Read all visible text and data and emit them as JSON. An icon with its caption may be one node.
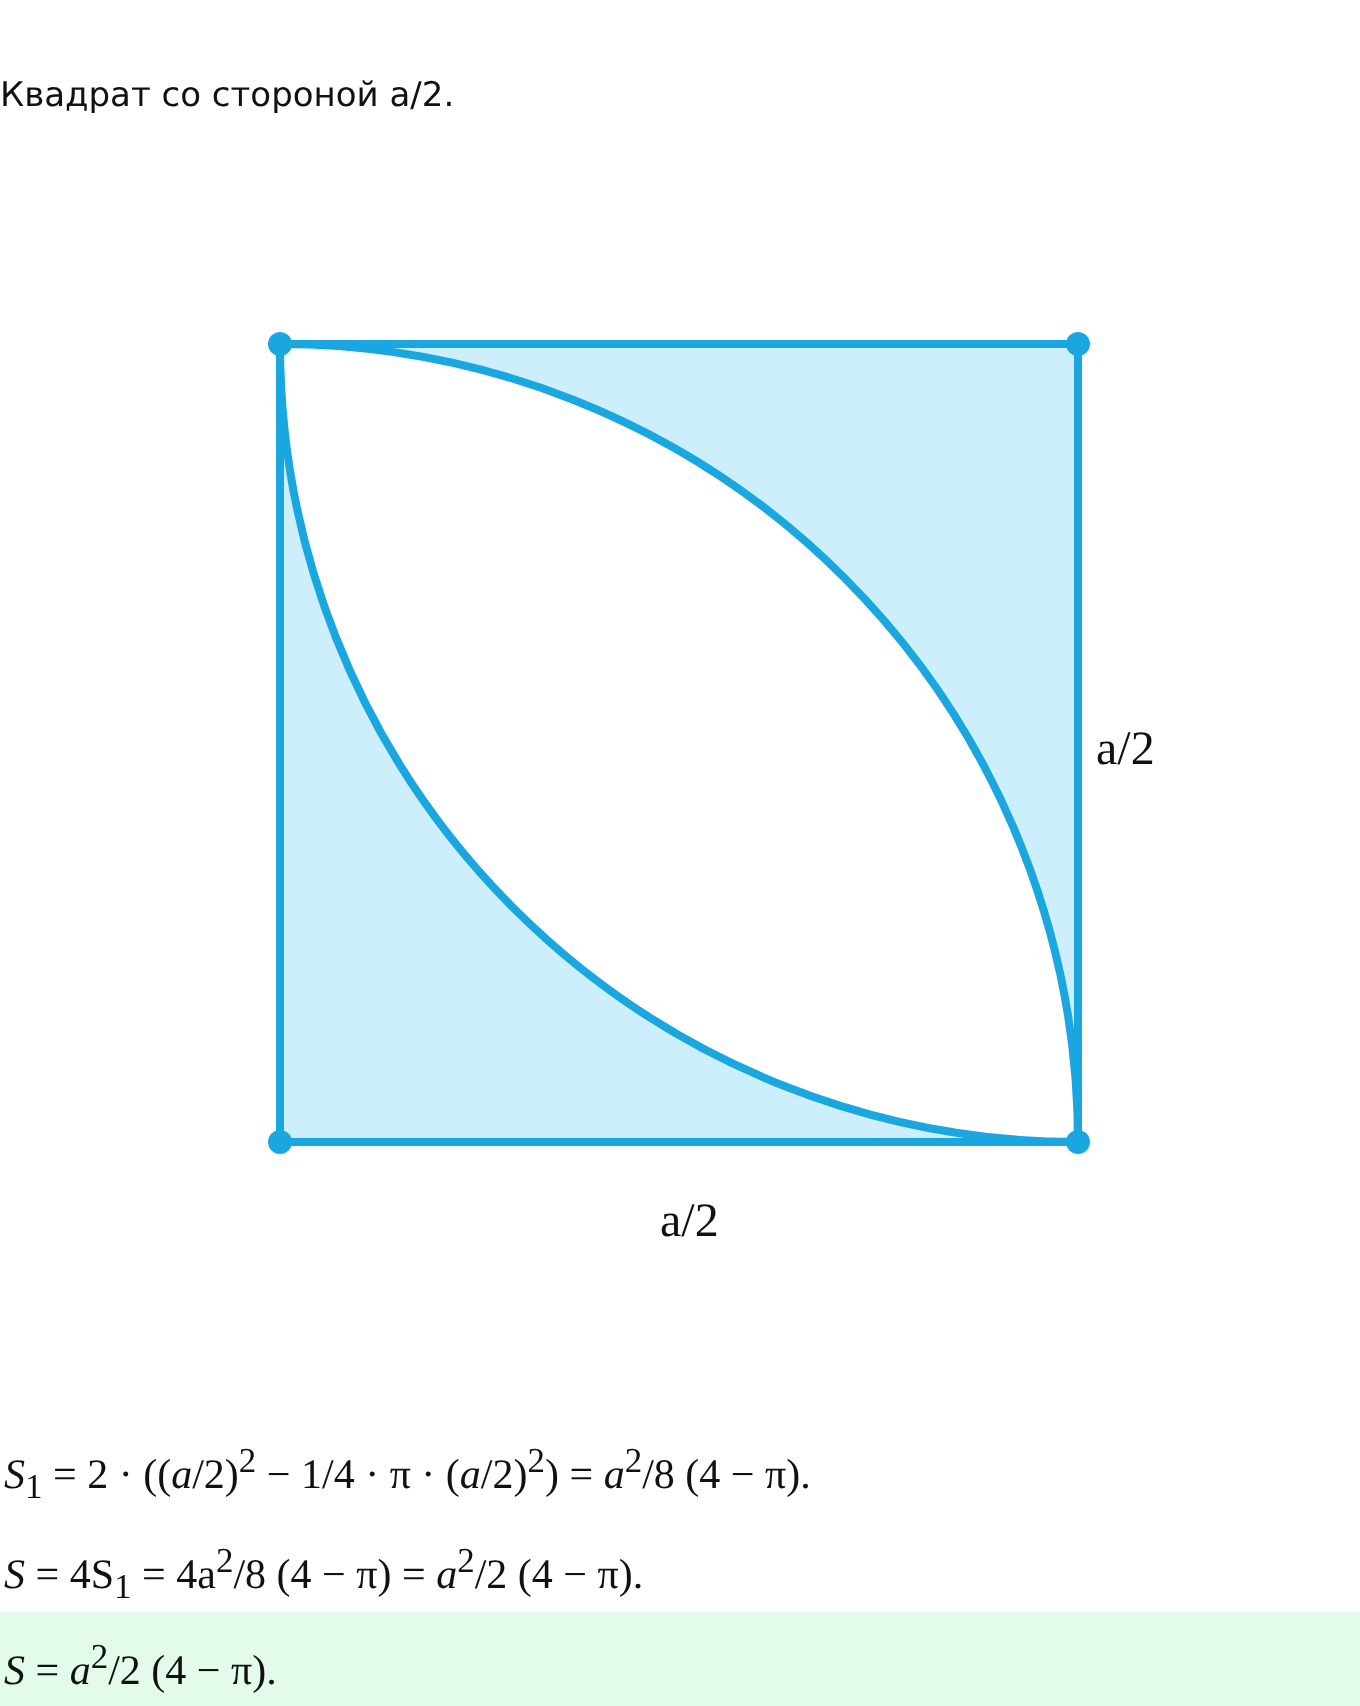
{
  "diagram": {
    "labels": [
      "Квадрат со стороной a/2.",
      "a/2",
      "a/2",
      "*S*$_{1}$ = 2 · ((*a*/2)$^{2}$ − 1/4 · π · (*a*/2)$^{2}$) = *a*$^{2}$/8 (4 − π).",
      "*S* = 4S$_{1}$ = 4a$^{2}$/8 (4 − π) = *a*$^{2}$/2 (4 − π).",
      "*S* = *a*$^{2}$/2 (4 − π)."
    ]
  }
}
